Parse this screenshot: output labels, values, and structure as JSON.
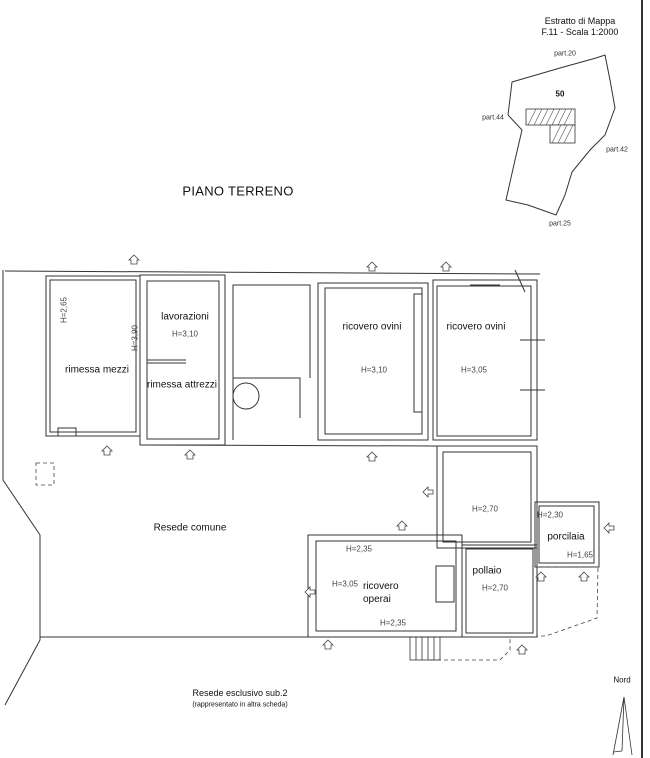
{
  "map_extract": {
    "title": "Estratto di Mappa",
    "subtitle": "F.11 - Scala 1:2000",
    "parcel": "50",
    "neighbors": {
      "north": "part.20",
      "west": "part.44",
      "east": "part.42",
      "south": "part.25"
    }
  },
  "floor_title": "PIANO TERRENO",
  "rooms": [
    {
      "name": "rimessa mezzi",
      "height": "H=2,65"
    },
    {
      "name": "lavorazioni",
      "height": "H=3,10"
    },
    {
      "name": "rimessa attrezzi",
      "height": "H=3,90"
    },
    {
      "name": "ricovero ovini",
      "height": "H=3,10"
    },
    {
      "name": "ricovero ovini",
      "height": "H=3,05"
    },
    {
      "name": "",
      "height": "H=2,70"
    },
    {
      "name": "porcilaia",
      "height": "H=2,30",
      "height2": "H=1,65"
    },
    {
      "name": "ricovero operai",
      "height": "H=3,05",
      "height2": "H=2,35",
      "height3": "H=2,35"
    },
    {
      "name": "pollaio",
      "height": "H=2,70"
    }
  ],
  "areas": {
    "common": "Resede comune",
    "exclusive": "Resede esclusivo sub.2",
    "exclusive_note": "(rappresentato in altra scheda)"
  },
  "north_label": "Nord"
}
